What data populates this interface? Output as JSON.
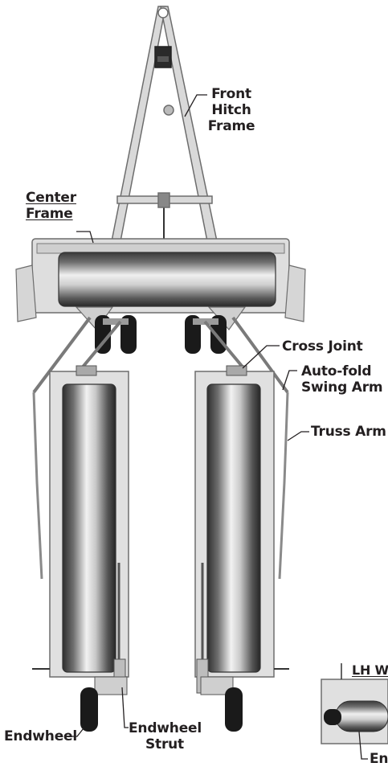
{
  "labels": {
    "front_hitch_frame": [
      "Front",
      "Hitch",
      "Frame"
    ],
    "center_frame": [
      "Center",
      "Frame"
    ],
    "cross_joint": "Cross Joint",
    "auto_fold_swing_arm": [
      "Auto-fold",
      "Swing Arm"
    ],
    "truss_arm": "Truss Arm",
    "endwheel": "Endwheel",
    "endwheel_strut": [
      "Endwheel",
      "Strut"
    ],
    "lh_wing_partial": "LH W",
    "en_partial": "En"
  },
  "colors": {
    "frame_fill": "#d9d9d9",
    "frame_stroke": "#6d6d6d",
    "tire": "#1a1a1a",
    "text": "#231f20"
  }
}
